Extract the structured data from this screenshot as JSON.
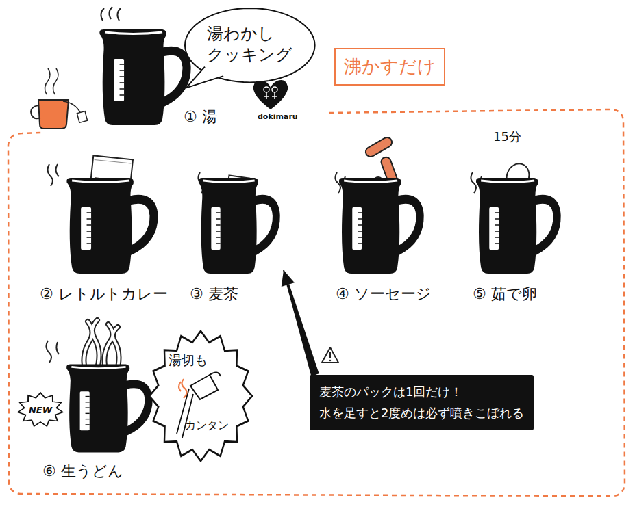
{
  "diagram": {
    "nodes": [
      {
        "text": [
          "① 湯"
        ]
      },
      {
        "text": [
          "湯わかし クッキング"
        ]
      },
      {
        "text": [
          "沸かすだけ"
        ]
      },
      {
        "text": [
          "② レトルトカレー"
        ]
      },
      {
        "text": [
          "③ 麦茶"
        ]
      },
      {
        "text": [
          "④ ソーセージ"
        ]
      },
      {
        "text": [
          "⑤ 茹で卵"
        ]
      },
      {
        "text": [
          "⑥ 生うどん"
        ]
      },
      {
        "text": [
          "NEW"
        ]
      },
      {
        "text": [
          "湯切も",
          "カンタン"
        ]
      },
      {
        "text": [
          "麦茶のパックは1回だけ！",
          "水を足すと2度めは必ず噴きこぼれる"
        ]
      }
    ],
    "edges": [
      {
        "from": 10,
        "to": 4,
        "arrow": "to"
      }
    ],
    "labels": [
      "15分",
      "dokimaru"
    ]
  }
}
